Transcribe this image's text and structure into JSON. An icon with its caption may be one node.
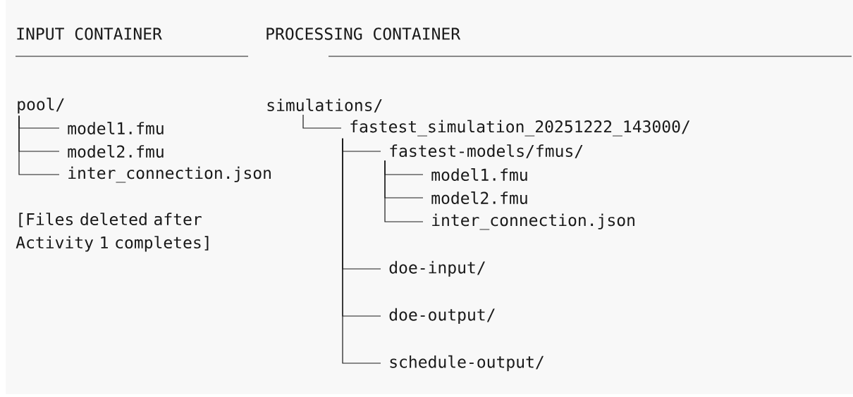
{
  "diagram": {
    "nodes": [
      {
        "text": [
          "pool/"
        ]
      },
      {
        "text": [
          "model1.fmu"
        ]
      },
      {
        "text": [
          "model2.fmu"
        ]
      },
      {
        "text": [
          "inter_connection.json"
        ]
      },
      {
        "text": [
          "simulations/"
        ]
      },
      {
        "text": [
          "fastest_simulation_20251222_143000/"
        ]
      },
      {
        "text": [
          "fastest-models/fmus/"
        ]
      },
      {
        "text": [
          "model1.fmu"
        ]
      },
      {
        "text": [
          "model2.fmu"
        ]
      },
      {
        "text": [
          "inter_connection.json"
        ]
      },
      {
        "text": [
          "doe-input/"
        ]
      },
      {
        "text": [
          "doe-output/"
        ]
      },
      {
        "text": [
          "schedule-output/"
        ]
      }
    ],
    "edges": [
      {
        "from": 0,
        "to": 1,
        "arrow": "none"
      },
      {
        "from": 0,
        "to": 2,
        "arrow": "none"
      },
      {
        "from": 0,
        "to": 3,
        "arrow": "none"
      },
      {
        "from": 4,
        "to": 5,
        "arrow": "none"
      },
      {
        "from": 5,
        "to": 6,
        "arrow": "none"
      },
      {
        "from": 6,
        "to": 7,
        "arrow": "none"
      },
      {
        "from": 6,
        "to": 8,
        "arrow": "none"
      },
      {
        "from": 6,
        "to": 9,
        "arrow": "none"
      },
      {
        "from": 5,
        "to": 10,
        "arrow": "none"
      },
      {
        "from": 5,
        "to": 11,
        "arrow": "none"
      },
      {
        "from": 5,
        "to": 12,
        "arrow": "none"
      }
    ],
    "labels": [
      "INPUT CONTAINER",
      "PROCESSING CONTAINER",
      "[Files deleted after Activity 1 completes]"
    ]
  }
}
